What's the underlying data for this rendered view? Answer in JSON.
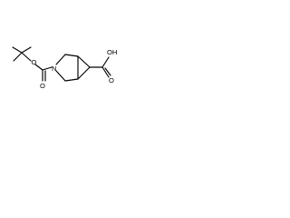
{
  "molecule": {
    "atom_labels": {
      "ester_oxygen": "O",
      "carbonyl_oxygen_left": "O",
      "nitrogen": "N",
      "carbonyl_oxygen_right": "O",
      "hydroxyl": "OH"
    },
    "colors": {
      "bond": "#000000",
      "label": "#000000",
      "background": "#ffffff"
    }
  }
}
